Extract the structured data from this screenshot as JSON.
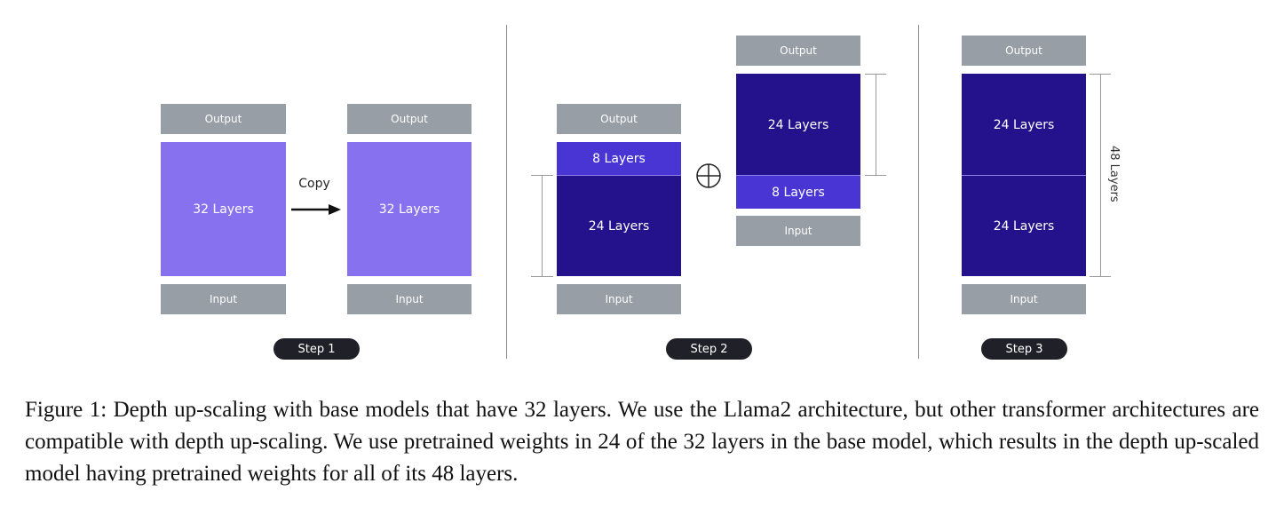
{
  "step1": {
    "output_label": "Output",
    "input_label": "Input",
    "base_block_label": "32 Layers",
    "copy_label": "Copy",
    "copy_output_label": "Output",
    "copy_input_label": "Input",
    "copy_block_label": "32 Layers",
    "badge": "Step 1"
  },
  "step2": {
    "left_output": "Output",
    "left_top_block": "8 Layers",
    "left_bottom_block": "24 Layers",
    "left_input": "Input",
    "right_output": "Output",
    "right_top_block": "24 Layers",
    "right_bottom_block": "8 Layers",
    "right_input": "Input",
    "badge": "Step 2"
  },
  "step3": {
    "output_label": "Output",
    "top_block": "24 Layers",
    "bottom_block": "24 Layers",
    "input_label": "Input",
    "total_label": "48 Layers",
    "badge": "Step 3"
  },
  "colors": {
    "io_gray": "#979ea6",
    "base_purple": "#8871ef",
    "removed_purple": "#4935d4",
    "kept_navy": "#23128c",
    "badge_dark": "#202028"
  },
  "caption": "Figure 1: Depth up-scaling with base models that have 32 layers. We use the Llama2 architecture, but other transformer architectures are compatible with depth up-scaling. We use pretrained weights in 24 of the 32 layers in the base model, which results in the depth up-scaled model having pretrained weights for all of its 48 layers."
}
